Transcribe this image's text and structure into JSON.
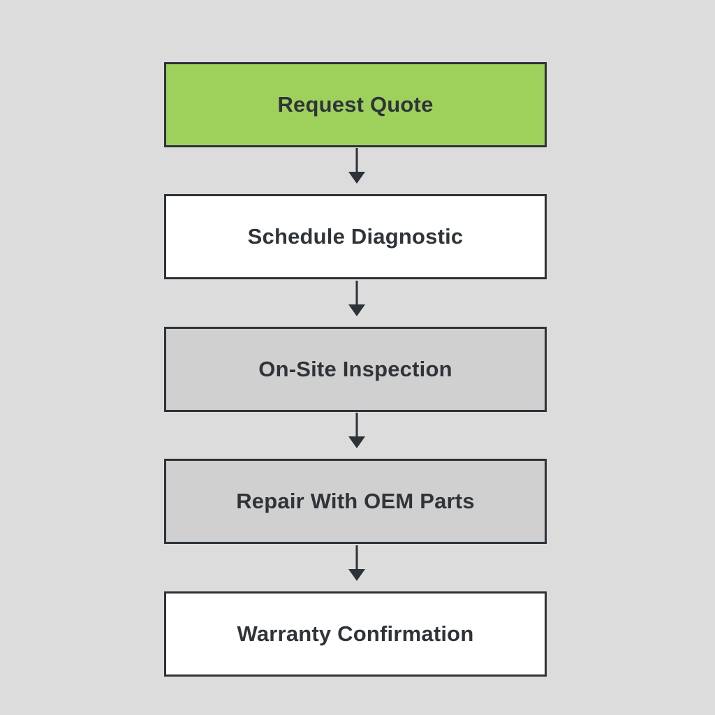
{
  "flowchart": {
    "colors": {
      "accent_fill": "#9ed15c",
      "light_fill": "#ffffff",
      "muted_fill": "#d0d0d0",
      "border": "#2c3238",
      "text": "#2f3439",
      "arrow": "#2c3238"
    },
    "steps": [
      {
        "label": "Request Quote",
        "fill": "#9ed15c"
      },
      {
        "label": "Schedule Diagnostic",
        "fill": "#ffffff"
      },
      {
        "label": "On-Site Inspection",
        "fill": "#d0d0d0"
      },
      {
        "label": "Repair With OEM Parts",
        "fill": "#d0d0d0"
      },
      {
        "label": "Warranty Confirmation",
        "fill": "#ffffff"
      }
    ]
  }
}
